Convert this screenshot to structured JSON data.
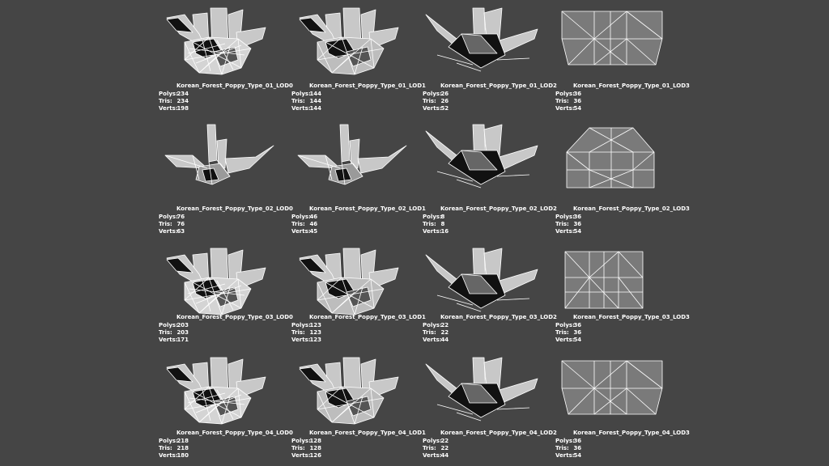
{
  "models": [
    {
      "name": "Korean_Forest_Poppy_Type_01_LOD0",
      "polys": "234",
      "tris": "234",
      "verts": "198",
      "shape": "flower-dense-icon"
    },
    {
      "name": "Korean_Forest_Poppy_Type_01_LOD1",
      "polys": "144",
      "tris": "144",
      "verts": "144",
      "shape": "flower-medium-icon"
    },
    {
      "name": "Korean_Forest_Poppy_Type_01_LOD2",
      "polys": "26",
      "tris": "26",
      "verts": "52",
      "shape": "flower-simple-icon"
    },
    {
      "name": "Korean_Forest_Poppy_Type_01_LOD3",
      "polys": "36",
      "tris": "36",
      "verts": "54",
      "shape": "flower-box-wide-icon"
    },
    {
      "name": "Korean_Forest_Poppy_Type_02_LOD0",
      "polys": "76",
      "tris": "76",
      "verts": "63",
      "shape": "flower-sparse-icon"
    },
    {
      "name": "Korean_Forest_Poppy_Type_02_LOD1",
      "polys": "46",
      "tris": "46",
      "verts": "45",
      "shape": "flower-sparse-icon"
    },
    {
      "name": "Korean_Forest_Poppy_Type_02_LOD2",
      "polys": "8",
      "tris": "8",
      "verts": "16",
      "shape": "flower-simple-icon"
    },
    {
      "name": "Korean_Forest_Poppy_Type_02_LOD3",
      "polys": "36",
      "tris": "36",
      "verts": "54",
      "shape": "flower-box-house-icon"
    },
    {
      "name": "Korean_Forest_Poppy_Type_03_LOD0",
      "polys": "203",
      "tris": "203",
      "verts": "171",
      "shape": "flower-dense-icon"
    },
    {
      "name": "Korean_Forest_Poppy_Type_03_LOD1",
      "polys": "123",
      "tris": "123",
      "verts": "123",
      "shape": "flower-medium-icon"
    },
    {
      "name": "Korean_Forest_Poppy_Type_03_LOD2",
      "polys": "22",
      "tris": "22",
      "verts": "44",
      "shape": "flower-simple-icon"
    },
    {
      "name": "Korean_Forest_Poppy_Type_03_LOD3",
      "polys": "36",
      "tris": "36",
      "verts": "54",
      "shape": "flower-box-square-icon"
    },
    {
      "name": "Korean_Forest_Poppy_Type_04_LOD0",
      "polys": "218",
      "tris": "218",
      "verts": "180",
      "shape": "flower-dense-icon"
    },
    {
      "name": "Korean_Forest_Poppy_Type_04_LOD1",
      "polys": "128",
      "tris": "128",
      "verts": "126",
      "shape": "flower-medium-icon"
    },
    {
      "name": "Korean_Forest_Poppy_Type_04_LOD2",
      "polys": "22",
      "tris": "22",
      "verts": "44",
      "shape": "flower-simple-icon"
    },
    {
      "name": "Korean_Forest_Poppy_Type_04_LOD3",
      "polys": "36",
      "tris": "36",
      "verts": "54",
      "shape": "flower-box-wide-icon"
    }
  ],
  "labels": {
    "polys": "Polys:",
    "tris": "Tris:",
    "verts": "Verts:"
  },
  "colors": {
    "background": "#454545",
    "wire": "#ffffff",
    "fill_light": "#c8c8c8",
    "fill_dark": "#111111"
  }
}
